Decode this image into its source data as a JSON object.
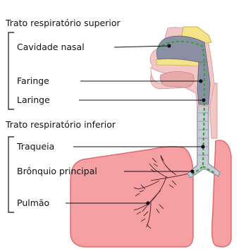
{
  "groups": {
    "upper": "Trato respiratório superior",
    "lower": "Trato respiratório inferior"
  },
  "labels": {
    "nasal_cavity": "Cavidade nasal",
    "pharynx": "Faringe",
    "larynx": "Laringe",
    "trachea": "Traqueia",
    "main_bronchus": "Brônquio principal",
    "lung": "Pulmão"
  },
  "colors": {
    "airway": "#8a8fa3",
    "airway_light": "#c7cbd6",
    "lung_fill": "#f6a0a3",
    "lung_edge": "#e06a6e",
    "bone": "#f5e38a",
    "mucosa": "#f2c7c7",
    "green_path": "#39a03a"
  }
}
